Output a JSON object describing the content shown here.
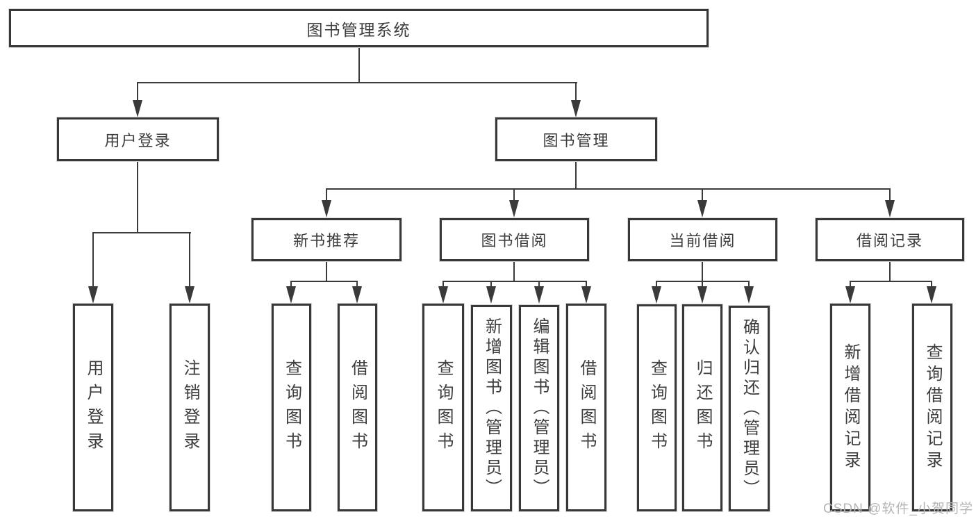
{
  "diagram": {
    "watermark": "CSDN @软件_小贺同学",
    "colors": {
      "line": "#3a3a3a",
      "box_border": "#383838",
      "box_background": "#ffffff",
      "text": "#3d3d3d",
      "watermark_text": "#b5b5b5",
      "page_background": "#ffffff"
    },
    "tree": {
      "label": "图书管理系统",
      "children": [
        {
          "label": "用户登录",
          "children": [
            {
              "label": "用户登录"
            },
            {
              "label": "注销登录"
            }
          ]
        },
        {
          "label": "图书管理",
          "children": [
            {
              "label": "新书推荐",
              "children": [
                {
                  "label": "查询图书"
                },
                {
                  "label": "借阅图书"
                }
              ]
            },
            {
              "label": "图书借阅",
              "children": [
                {
                  "label": "查询图书"
                },
                {
                  "label": "新增图书（管理员）"
                },
                {
                  "label": "编辑图书（管理员）"
                },
                {
                  "label": "借阅图书"
                }
              ]
            },
            {
              "label": "当前借阅",
              "children": [
                {
                  "label": "查询图书"
                },
                {
                  "label": "归还图书"
                },
                {
                  "label": "确认归还（管理员）"
                }
              ]
            },
            {
              "label": "借阅记录",
              "children": [
                {
                  "label": "新增借阅记录"
                },
                {
                  "label": "查询借阅记录"
                }
              ]
            }
          ]
        }
      ]
    }
  }
}
